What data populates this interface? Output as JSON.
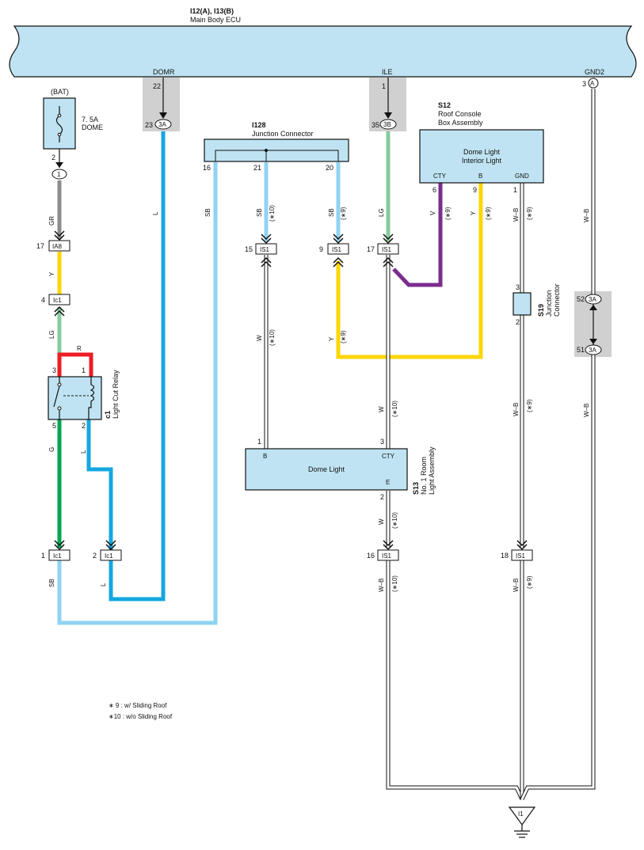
{
  "ecu": {
    "title": "I12(A), I13(B)",
    "subtitle": "Main Body ECU",
    "t_domr": "DOMR",
    "t_ile": "ILE",
    "t_gnd2": "GND2"
  },
  "pins": {
    "p22": "22",
    "p23": "23",
    "c3a": "3A",
    "p1": "1",
    "p35": "35",
    "c3b": "3B",
    "p3": "3",
    "ca": "A"
  },
  "bat": {
    "label": "(BAT)",
    "fuse": "7. 5A",
    "fuse_name": "DOME",
    "p2": "2",
    "j1": "1"
  },
  "jc128": {
    "id": "I128",
    "name": "Junction Connector",
    "p16": "16",
    "p21": "21",
    "p20": "20"
  },
  "s12": {
    "id": "S12",
    "name1": "Roof Console",
    "name2": "Box Assembly",
    "inner1": "Dome Light",
    "inner2": "Interior Light",
    "t_cty": "CTY",
    "t_b": "B",
    "t_gnd": "GND",
    "p6": "6",
    "p9": "9",
    "p1": "1"
  },
  "c1": {
    "id": "c1",
    "name": "Light Cut Relay",
    "p3": "3",
    "p1": "1",
    "p5": "5",
    "p2": "2"
  },
  "s19": {
    "id": "S19",
    "name1": "Junction",
    "name2": "Connector",
    "p3": "3",
    "p2": "2"
  },
  "s13": {
    "id": "S13",
    "name1": "No. 1 Room",
    "name2": "Light Assembly",
    "inner": "Dome Light",
    "t_b": "B",
    "t_cty": "CTY",
    "t_e": "E",
    "p1": "1",
    "p3": "3",
    "p2": "2"
  },
  "conn": {
    "ia8": "IA8",
    "ic1": "Ic1",
    "is1": "IS1",
    "c3a": "3A",
    "i1": "I1"
  },
  "pinnum": {
    "n17": "17",
    "n4": "4",
    "n15": "15",
    "n9": "9",
    "n1": "1",
    "n2": "2",
    "n16": "16",
    "n18": "18",
    "n52": "52",
    "n51": "51"
  },
  "wires": {
    "gr": "GR",
    "y": "Y",
    "lg": "LG",
    "r": "R",
    "g": "G",
    "l": "L",
    "sb": "SB",
    "w": "W",
    "v": "V",
    "wb": "W–B"
  },
  "notes": {
    "n9": "(∗9)",
    "n10": "(∗10)",
    "leg1": "∗ 9 : w/ Sliding Roof",
    "leg2": "∗10 : w/o Sliding Roof"
  },
  "colors": {
    "ecu": "#bfe3f2",
    "L": "#16a7e0",
    "SB": "#8fd3f2",
    "LG": "#86cc9c",
    "Y": "#ffd600",
    "V": "#7b2d8e",
    "G": "#00a651",
    "R": "#ee1c25",
    "GR": "#8c8c8c"
  }
}
